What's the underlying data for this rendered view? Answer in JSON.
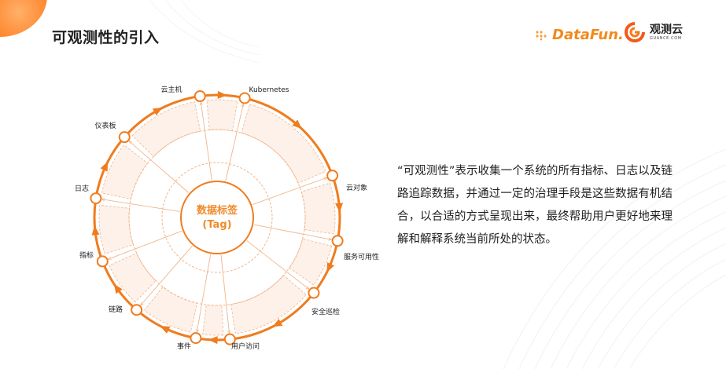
{
  "header": {
    "title": "可观测性的引入",
    "logo_datafun": "DataFun.",
    "logo_guance_cn": "观测云",
    "logo_guance_en": "GUANCE.COM"
  },
  "description": "“可观测性”表示收集一个系统的所有指标、日志以及链路追踪数据，并通过一定的治理手段是这些数据有机结合，以合适的方式呈现出来，最终帮助用户更好地来理解和解释系统当前所处的状态。",
  "diagram": {
    "hub_line1": "数据标签",
    "hub_line2": "(Tag)",
    "nodes": [
      {
        "label": "云主机"
      },
      {
        "label": "Kubernetes"
      },
      {
        "label": "云对象"
      },
      {
        "label": "服务可用性"
      },
      {
        "label": "安全巡检"
      },
      {
        "label": "用户访问"
      },
      {
        "label": "事件"
      },
      {
        "label": "链路"
      },
      {
        "label": "指标"
      },
      {
        "label": "日志"
      },
      {
        "label": "仪表板"
      }
    ]
  },
  "colors": {
    "accent": "#f07c1e",
    "fill": "#fdf1ea",
    "text": "#222222"
  }
}
